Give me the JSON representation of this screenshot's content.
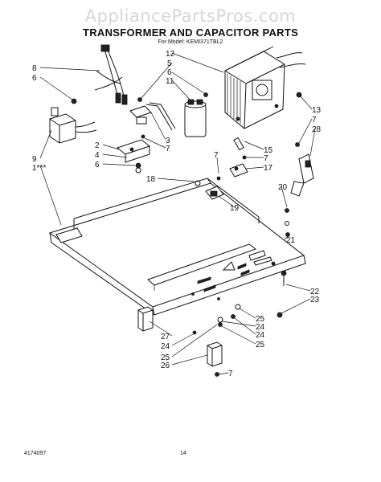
{
  "header": {
    "watermark": "AppliancePartsPros.com",
    "title": "TRANSFORMER AND CAPACITOR PARTS",
    "subtitle": "For Model: KEMI371TBL2"
  },
  "footer": {
    "part_code": "4174097",
    "page_number": "14"
  },
  "callouts": {
    "c8": "8",
    "c6a": "6",
    "c9": "9",
    "c1": "1***",
    "c2": "2",
    "c4": "4",
    "c6b": "6",
    "c12": "12",
    "c5": "5",
    "c6c": "6",
    "c11": "11",
    "c3": "3",
    "c7a": "7",
    "c18": "18",
    "c7b": "7",
    "c15": "15",
    "c7c": "7",
    "c17": "17",
    "c19": "19",
    "c13": "13",
    "c7d": "7",
    "c28": "28",
    "c20": "20",
    "c21": "21",
    "c22": "22",
    "c23": "23",
    "c25a": "25",
    "c24a": "24",
    "c24b": "24",
    "c25b": "25",
    "c27": "27",
    "c24c": "24",
    "c25c": "25",
    "c26": "26",
    "c7e": "7"
  }
}
